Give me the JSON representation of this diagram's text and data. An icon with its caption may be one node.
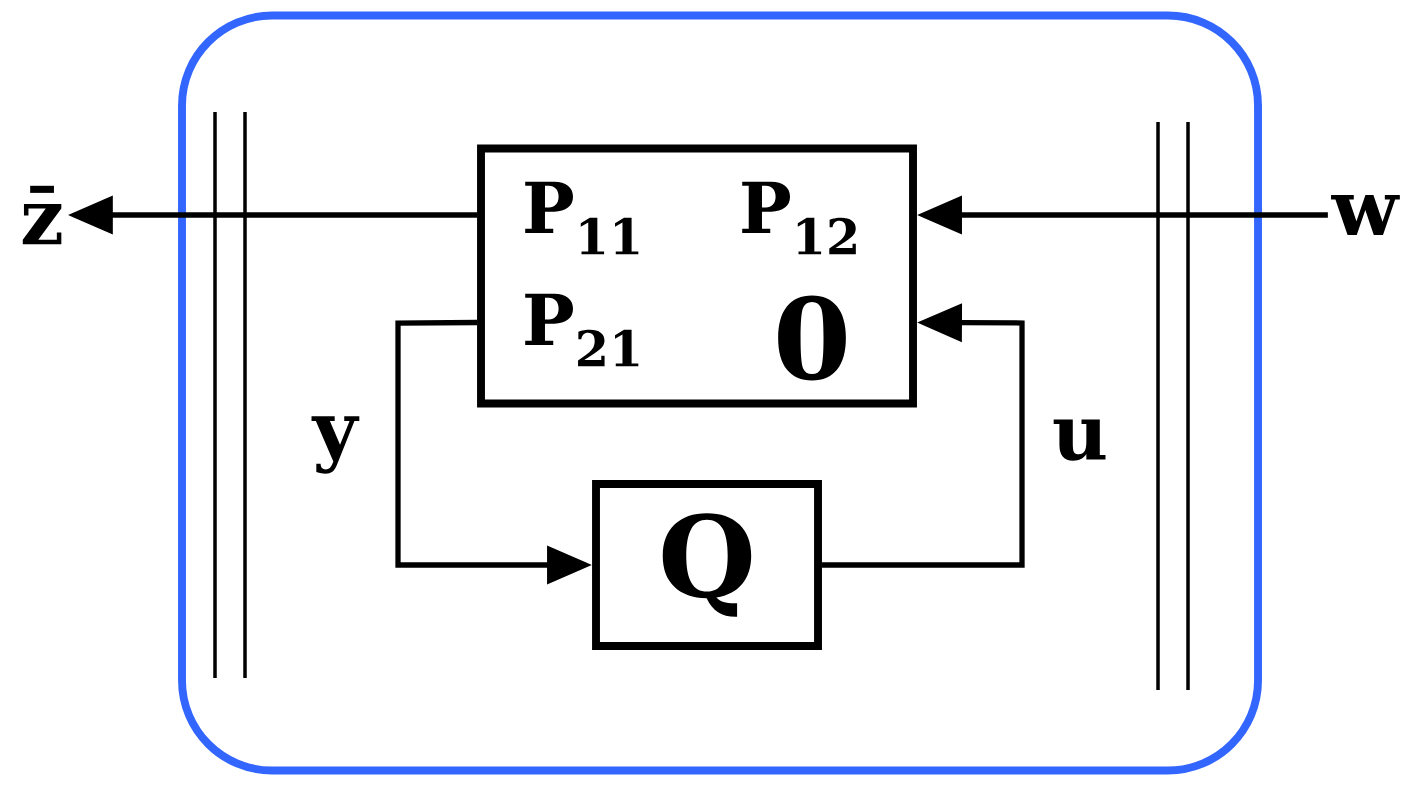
{
  "diagram": {
    "nodes": [
      {
        "text": [],
        "shape": "box"
      },
      {
        "text": [
          "P$_{11}$",
          "P$_{12}$",
          "P$_{21}$",
          "0"
        ],
        "in": 0
      },
      {
        "text": [
          "Q"
        ],
        "in": 0
      },
      {
        "text": [
          "z̄"
        ]
      },
      {
        "text": [
          "w"
        ]
      }
    ],
    "edges": [
      {
        "from": 4,
        "to": 1,
        "arrow": "to"
      },
      {
        "from": 1,
        "to": 3,
        "arrow": "to"
      },
      {
        "from": 1,
        "to": 2,
        "arrow": "to",
        "label": "y"
      },
      {
        "from": 2,
        "to": 1,
        "arrow": "to",
        "label": "u"
      }
    ]
  }
}
